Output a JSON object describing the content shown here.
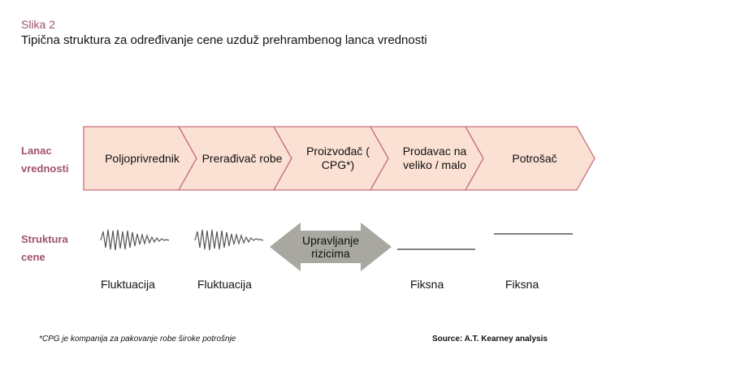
{
  "figure": {
    "label": "Slika  2",
    "title": "Tipična struktura za određivanje cene uzduž prehrambenog lanca vrednosti"
  },
  "rows": {
    "chain_label": "Lanac vrednosti",
    "price_label": "Struktura cene"
  },
  "stages": [
    {
      "label": "Poljoprivrednik"
    },
    {
      "label": "Prerađivač robe"
    },
    {
      "label": "Proizvođač ( CPG*)"
    },
    {
      "label": "Prodavac na veliko / malo"
    },
    {
      "label": "Potrošač"
    }
  ],
  "price_structure": [
    {
      "pattern": "wave",
      "label": "Fluktuacija"
    },
    {
      "pattern": "wave",
      "label": "Fluktuacija"
    },
    {
      "pattern": "double-arrow",
      "label": "Upravljanje rizicima"
    },
    {
      "pattern": "flat",
      "label": "Fiksna"
    },
    {
      "pattern": "flat",
      "label": "Fiksna"
    }
  ],
  "footnote": "*CPG je kompanija za pakovanje robe široke potrošnje",
  "source": "Source: A.T.  Kearney  analysis",
  "colors": {
    "stage_fill": "#fbe1d3",
    "stage_stroke": "#c9707e",
    "label_color": "#a0526e",
    "arrow_fill": "#a8a8a0"
  }
}
